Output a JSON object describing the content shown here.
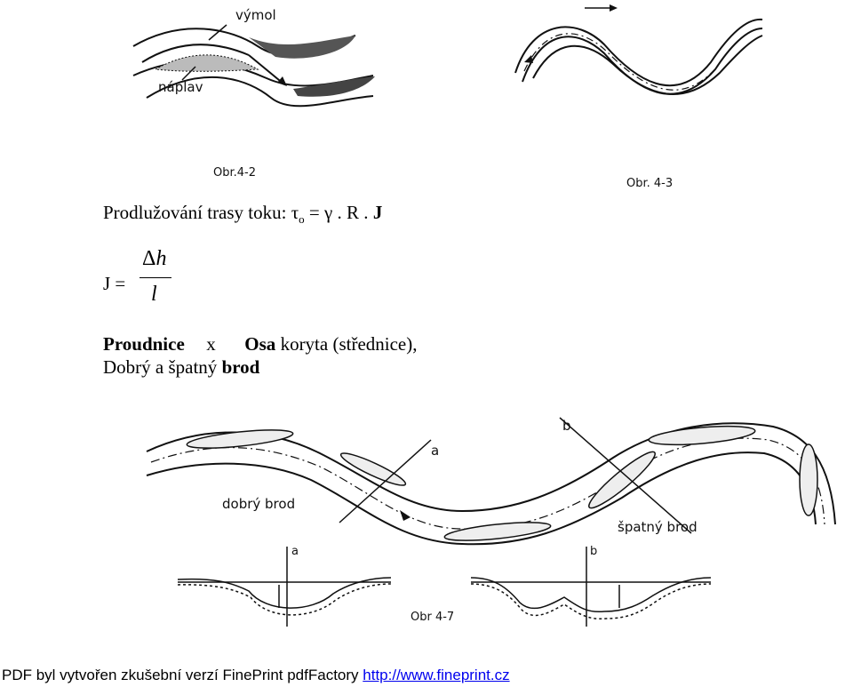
{
  "figures": {
    "fig2": {
      "label_vymol": "výmol",
      "label_naplav": "náplav",
      "caption": "Obr.4-2"
    },
    "fig3": {
      "caption": "Obr. 4-3"
    },
    "fig7": {
      "label_dobry_brod": "dobrý brod",
      "label_spatny_brod": "špatný brod",
      "label_a": "a",
      "label_b": "b",
      "section_a": "a",
      "section_b": "b",
      "caption": "Obr 4-7"
    }
  },
  "text": {
    "line1_prefix": "Prodlužování trasy toku: τ",
    "line1_sub": "o",
    "line1_mid": " = γ . R . ",
    "line1_j": "J",
    "formula_lhs": "J =",
    "formula_num_delta": "Δ",
    "formula_num_h": "h",
    "formula_den": "l",
    "line3_proudnice": "Proudnice",
    "line3_x": "x",
    "line3_osa": "Osa",
    "line3_rest": "koryta  (střednice),",
    "line4_prefix": "Dobrý a špatný ",
    "line4_brod": "brod"
  },
  "footer": {
    "text": "PDF byl vytvořen zkušební verzí FinePrint pdfFactory ",
    "link": "http://www.fineprint.cz"
  }
}
